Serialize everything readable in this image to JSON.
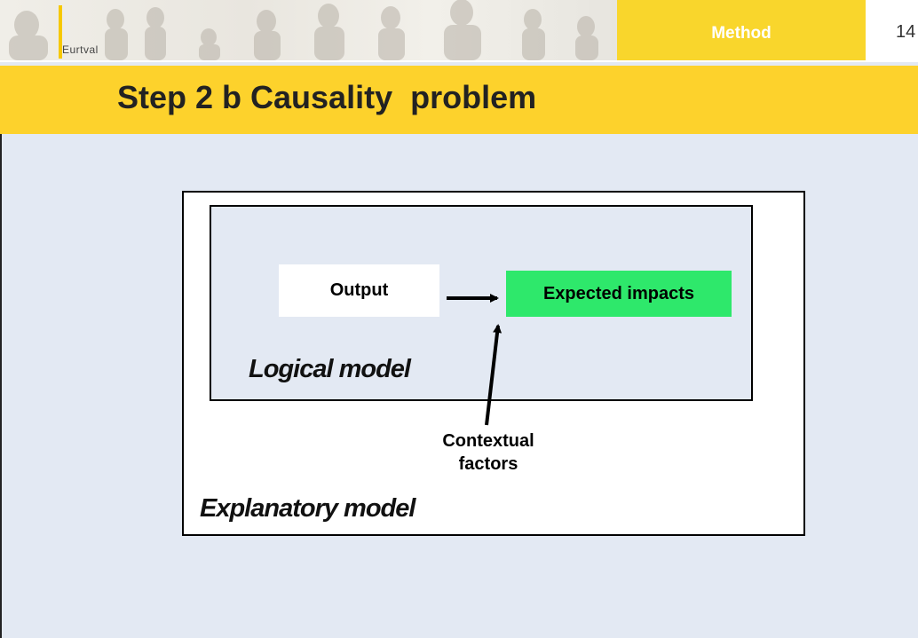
{
  "header": {
    "logo_text": "Eurtval",
    "section_label": "Method",
    "page_number": "14"
  },
  "title": "Step 2 b Causality  problem",
  "diagram": {
    "output_label": "Output",
    "impacts_label": "Expected impacts",
    "logical_model_label": "Logical model",
    "contextual_label_line1": "Contextual",
    "contextual_label_line2": "factors",
    "explanatory_model_label": "Explanatory model"
  },
  "colors": {
    "accent_yellow": "#fdd22c",
    "impacts_green": "#2ee86b",
    "background": "#e3e9f3"
  }
}
